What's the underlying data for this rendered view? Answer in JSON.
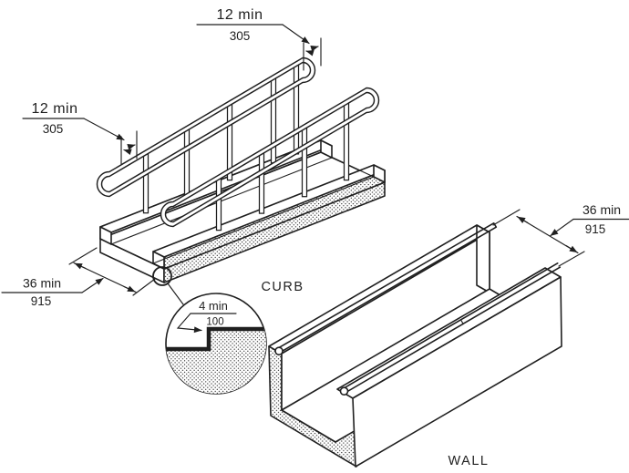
{
  "colors": {
    "line": "#1f1f1f",
    "background": "#ffffff"
  },
  "curb_drawing": {
    "label": "CURB",
    "top_extension": {
      "value": "12 min",
      "metric": "305"
    },
    "side_extension": {
      "value": "12 min",
      "metric": "305"
    },
    "clear_width": {
      "value": "36 min",
      "metric": "915"
    },
    "detail": {
      "value": "4 min",
      "metric": "100"
    }
  },
  "wall_drawing": {
    "label": "WALL",
    "clear_width": {
      "value": "36 min",
      "metric": "915"
    }
  }
}
